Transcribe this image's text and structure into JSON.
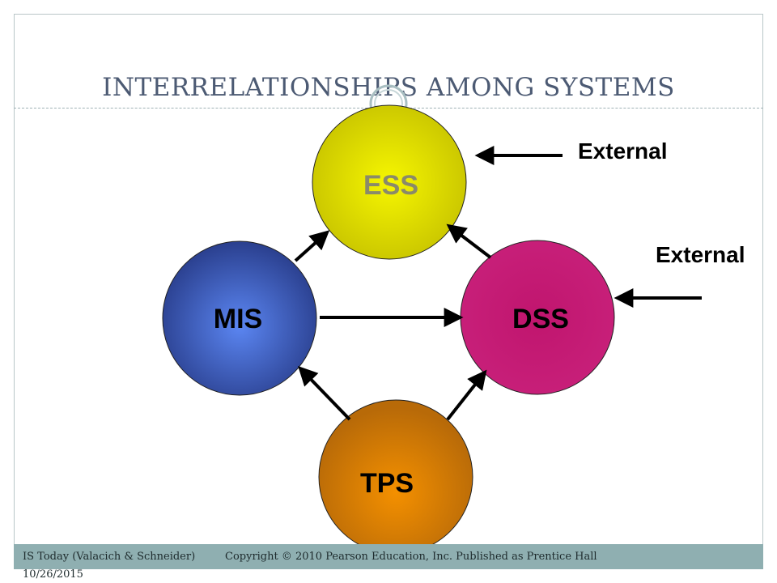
{
  "slide": {
    "title": "INTERRELATIONSHIPS AMONG SYSTEMS"
  },
  "nodes": {
    "ess": {
      "label": "ESS",
      "color": "#e0e000",
      "text_color": "#8a8a6a"
    },
    "mis": {
      "label": "MIS",
      "color": "#3b5cc8",
      "text_color": "#000000"
    },
    "dss": {
      "label": "DSS",
      "color": "#c8207a",
      "text_color": "#000000"
    },
    "tps": {
      "label": "TPS",
      "color": "#d07a0a",
      "text_color": "#000000"
    }
  },
  "external": {
    "to_ess": "External",
    "to_dss": "External"
  },
  "footer": {
    "source": "IS Today (Valacich & Schneider)",
    "copyright": "Copyright © 2010 Pearson Education, Inc. Published as Prentice Hall",
    "date": "10/26/2015"
  }
}
